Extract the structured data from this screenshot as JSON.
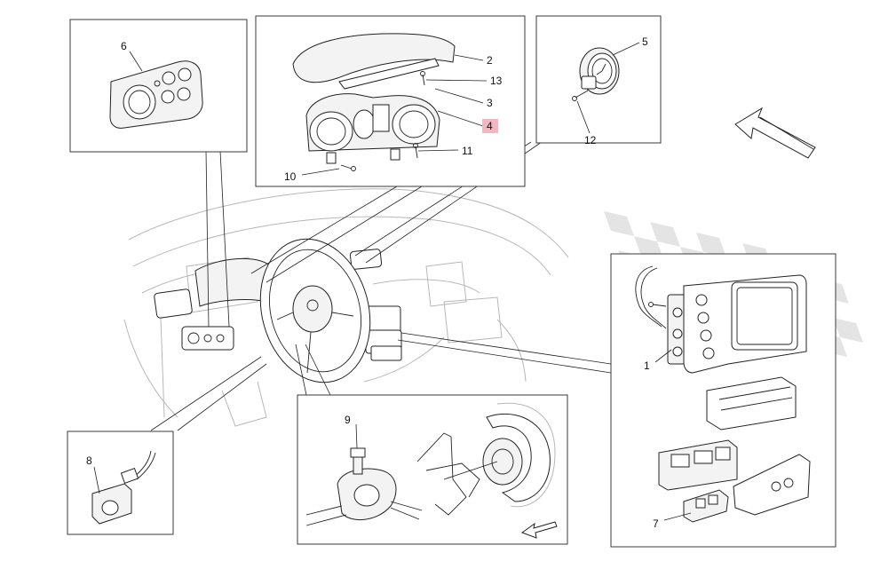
{
  "callouts": {
    "c1": "1",
    "c2": "2",
    "c3": "3",
    "c4": "4",
    "c5": "5",
    "c6": "6",
    "c7": "7",
    "c8": "8",
    "c9": "9",
    "c10": "10",
    "c11": "11",
    "c12": "12",
    "c13": "13"
  },
  "highlighted_callout": "4",
  "colors": {
    "highlight": "#f3b7c0",
    "line": "#222222",
    "ghost": "#b7b7b7",
    "checker": "#cfcfcf"
  }
}
